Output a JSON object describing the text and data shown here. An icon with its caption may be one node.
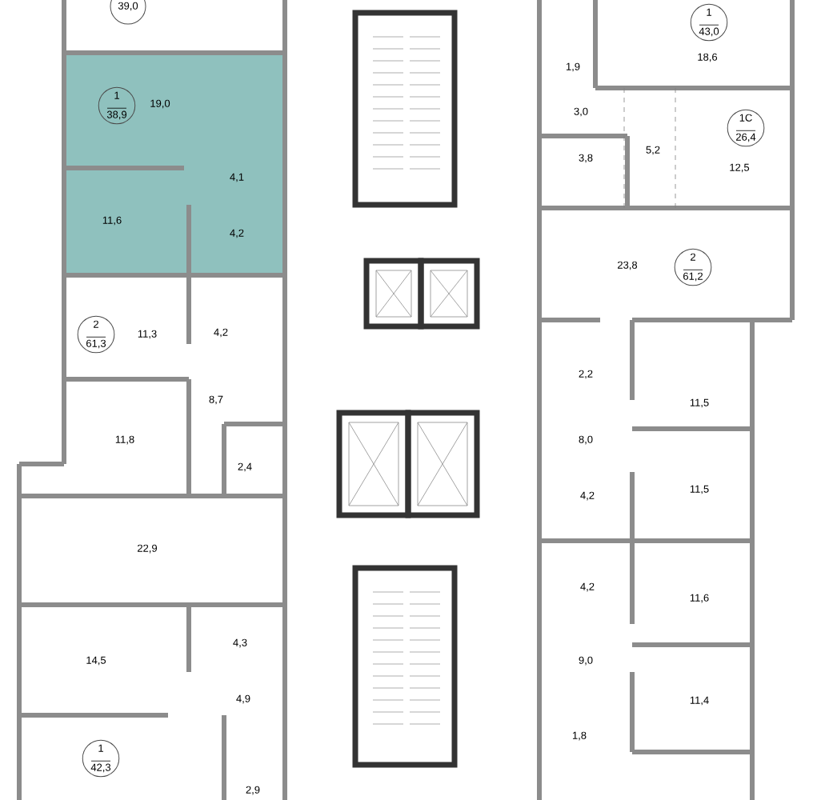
{
  "diagram": {
    "nodes": [
      {
        "text": [
          "39,0"
        ]
      },
      {
        "text": [
          "1",
          "38,9"
        ]
      },
      {
        "text": [
          "2",
          "61,3"
        ]
      },
      {
        "text": [
          "1",
          "42,3"
        ]
      },
      {
        "text": [
          "1",
          "43,0"
        ]
      },
      {
        "text": [
          "1C",
          "26,4"
        ]
      },
      {
        "text": [
          "2",
          "61,2"
        ]
      }
    ],
    "edges": [],
    "labels": [
      "19,0",
      "4,1",
      "11,6",
      "4,2",
      "4,2",
      "11,3",
      "8,7",
      "11,8",
      "2,4",
      "22,9",
      "4,3",
      "14,5",
      "4,9",
      "2,9",
      "1,9",
      "18,6",
      "3,0",
      "3,8",
      "5,2",
      "12,5",
      "23,8",
      "2,2",
      "11,5",
      "8,0",
      "4,2",
      "11,5",
      "4,2",
      "11,6",
      "9,0",
      "11,4",
      "1,8"
    ]
  }
}
